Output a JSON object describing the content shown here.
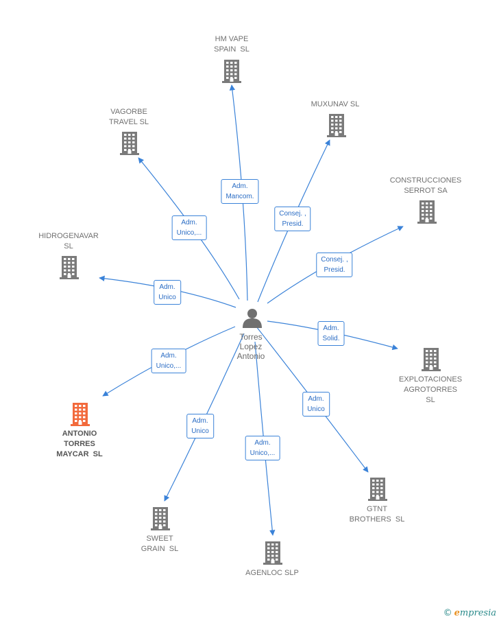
{
  "center": {
    "name_lines": [
      "Torres",
      "Lopez",
      "Antonio"
    ],
    "icon": "person-icon"
  },
  "nodes": [
    {
      "id": "hm-vape",
      "lines": [
        "HM VAPE",
        "SPAIN  SL"
      ],
      "icon": "building-icon",
      "highlight": false
    },
    {
      "id": "muxunav",
      "lines": [
        "MUXUNAV SL"
      ],
      "icon": "building-icon",
      "highlight": false
    },
    {
      "id": "vagorbe",
      "lines": [
        "VAGORBE",
        "TRAVEL SL"
      ],
      "icon": "building-icon",
      "highlight": false
    },
    {
      "id": "construcciones",
      "lines": [
        "CONSTRUCCIONES",
        "SERROT SA"
      ],
      "icon": "building-icon",
      "highlight": false
    },
    {
      "id": "hidrogenavar",
      "lines": [
        "HIDROGENAVAR",
        "SL"
      ],
      "icon": "building-icon",
      "highlight": false
    },
    {
      "id": "explotaciones",
      "lines": [
        "EXPLOTACIONES",
        "AGROTORRES",
        "SL"
      ],
      "icon": "building-icon",
      "highlight": false
    },
    {
      "id": "antonio-torres",
      "lines": [
        "ANTONIO",
        "TORRES",
        "MAYCAR  SL"
      ],
      "icon": "building-icon",
      "highlight": true
    },
    {
      "id": "gtnt",
      "lines": [
        "GTNT",
        "BROTHERS  SL"
      ],
      "icon": "building-icon",
      "highlight": false
    },
    {
      "id": "sweet-grain",
      "lines": [
        "SWEET",
        "GRAIN  SL"
      ],
      "icon": "building-icon",
      "highlight": false
    },
    {
      "id": "agenloc",
      "lines": [
        "AGENLOC SLP"
      ],
      "icon": "building-icon",
      "highlight": false
    }
  ],
  "edges": [
    {
      "to": "hm-vape",
      "label_lines": [
        "Adm.",
        "Mancom."
      ]
    },
    {
      "to": "muxunav",
      "label_lines": [
        "Consej. ,",
        "Presid."
      ]
    },
    {
      "to": "vagorbe",
      "label_lines": [
        "Adm.",
        "Unico,..."
      ]
    },
    {
      "to": "construcciones",
      "label_lines": [
        "Consej. ,",
        "Presid."
      ]
    },
    {
      "to": "hidrogenavar",
      "label_lines": [
        "Adm.",
        "Unico"
      ]
    },
    {
      "to": "explotaciones",
      "label_lines": [
        "Adm.",
        "Solid."
      ]
    },
    {
      "to": "antonio-torres",
      "label_lines": [
        "Adm.",
        "Unico,..."
      ]
    },
    {
      "to": "gtnt",
      "label_lines": [
        "Adm.",
        "Unico"
      ]
    },
    {
      "to": "sweet-grain",
      "label_lines": [
        "Adm.",
        "Unico"
      ]
    },
    {
      "to": "agenloc",
      "label_lines": [
        "Adm.",
        "Unico,..."
      ]
    }
  ],
  "colors": {
    "edge": "#3a82d8",
    "building": "#7a7a7a",
    "building_highlight": "#f26a3c",
    "person": "#707070"
  },
  "brand": {
    "copyright": "©",
    "initial": "e",
    "rest": "mpresia"
  }
}
